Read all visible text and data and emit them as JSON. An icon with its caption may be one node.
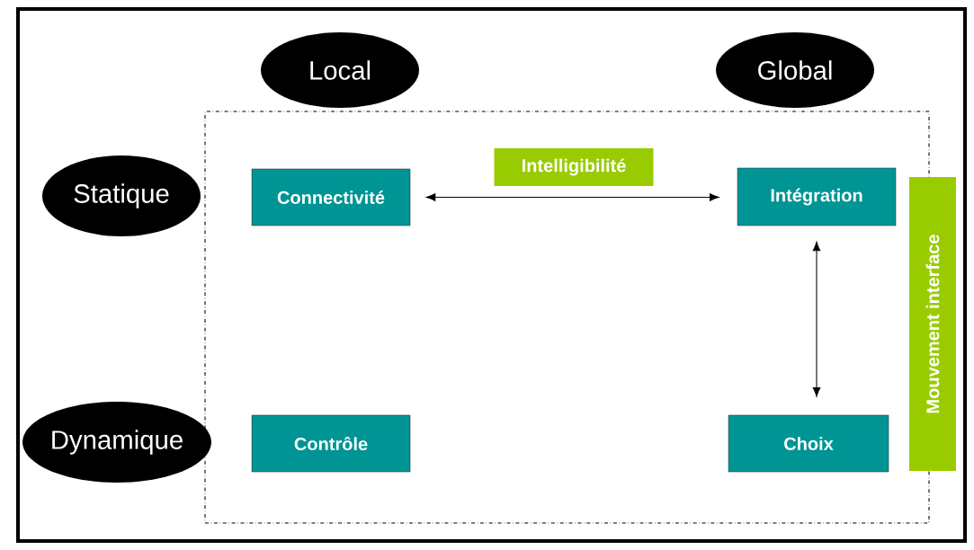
{
  "diagram": {
    "nodes": [
      {
        "text": [
          "Local"
        ]
      },
      {
        "text": [
          "Global"
        ]
      },
      {
        "text": [],
        "shape": "box"
      },
      {
        "text": [
          "Statique"
        ]
      },
      {
        "text": [
          "Connectivité"
        ],
        "in": 2
      },
      {
        "text": [
          "Intégration"
        ],
        "in": 2
      },
      {
        "text": [
          "Mouvement interface"
        ]
      },
      {
        "text": [
          "Dynamique"
        ]
      },
      {
        "text": [
          "Contrôle"
        ],
        "in": 2
      },
      {
        "text": [
          "Choix"
        ],
        "in": 2
      }
    ],
    "edges": [
      {
        "from": 4,
        "to": 5,
        "arrow": "both",
        "label": "Intelligibilité"
      },
      {
        "from": 5,
        "to": 9,
        "arrow": "both"
      }
    ]
  }
}
